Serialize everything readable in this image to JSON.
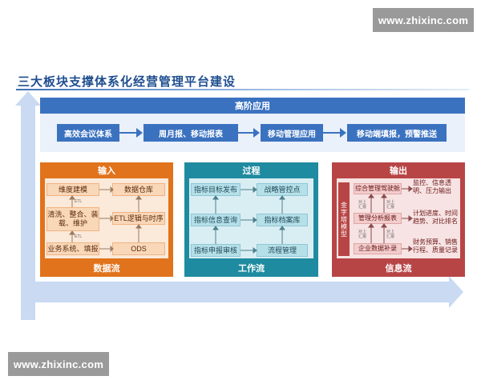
{
  "watermark": {
    "top": "www.zhixinc.com",
    "bottom": "www.zhixinc.com"
  },
  "title": "三大板块支撑体系化经营管理平台建设",
  "top": {
    "header": "高阶应用",
    "items": [
      "高效会议体系",
      "周月报、移动报表",
      "移动管理应用",
      "移动端填报，预警推送"
    ]
  },
  "input_panel": {
    "title": "输入",
    "footer": "数据流",
    "cells": {
      "dim": "维度建模",
      "dw": "数据仓库",
      "clean": "清洗、整合、装载、维护",
      "etl": "ETL逻辑与时序",
      "biz": "业务系统、填报",
      "ods": "ODS"
    },
    "connector_labels": [
      "ETL",
      "ETL"
    ]
  },
  "process_panel": {
    "title": "过程",
    "footer": "工作流",
    "cells": {
      "publish": "指标目标发布",
      "control": "战略管控点",
      "query": "指标信息查询",
      "archive": "指标档案库",
      "review": "指标申报审核",
      "flow": "流程管理"
    }
  },
  "output_panel": {
    "title": "输出",
    "footer": "信息流",
    "side": "金字塔模型",
    "cells": {
      "cockpit": "综合管理驾驶舱",
      "report": "管理分析报表",
      "data": "企业数据补录"
    },
    "outputs": {
      "o1": "监控、信息透明、压力输出",
      "o2": "计划进度、时间趋势、对比排名",
      "o3": "财务预算、销售行程、质量记录"
    },
    "connector_labels": [
      "对上汇报",
      "对上汇报",
      "对上汇报",
      "对上汇报"
    ]
  },
  "colors": {
    "blue": "#3b72c0",
    "orange": "#e0731c",
    "teal": "#1f8ba0",
    "red": "#b84545",
    "arrow": "#c9daf2"
  }
}
